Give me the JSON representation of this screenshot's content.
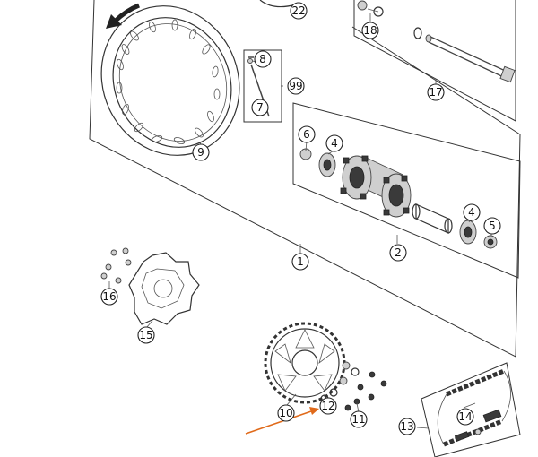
{
  "callouts": {
    "c1": "1",
    "c2": "2",
    "c4a": "4",
    "c4b": "4",
    "c5": "5",
    "c6": "6",
    "c7": "7",
    "c8": "8",
    "c9": "9",
    "c10": "10",
    "c11": "11",
    "c12": "12",
    "c13": "13",
    "c14": "14",
    "c15": "15",
    "c16": "16",
    "c17": "17",
    "c18": "18",
    "c22": "22",
    "c99": "99"
  },
  "highlight": {
    "target_callout": "12",
    "color": "#e06a1a"
  },
  "colors": {
    "lines": "#333333",
    "background": "#ffffff"
  }
}
